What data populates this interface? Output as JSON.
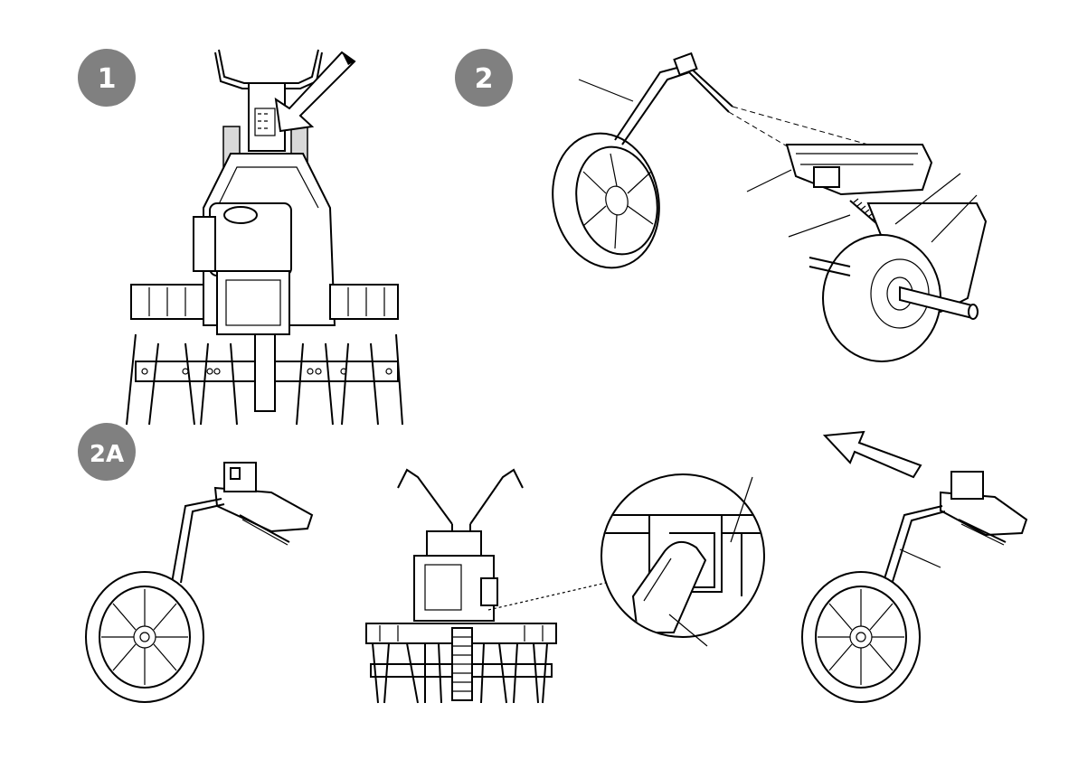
{
  "steps": [
    {
      "id": "1",
      "label": "1"
    },
    {
      "id": "2",
      "label": "2"
    },
    {
      "id": "2a",
      "label": "2A"
    }
  ],
  "colors": {
    "badge": "#808080",
    "line": "#000000",
    "background": "#ffffff"
  },
  "icons": {
    "direction_arrow_step1": "arrow-icon",
    "direction_arrow_step2a": "arrow-icon"
  }
}
